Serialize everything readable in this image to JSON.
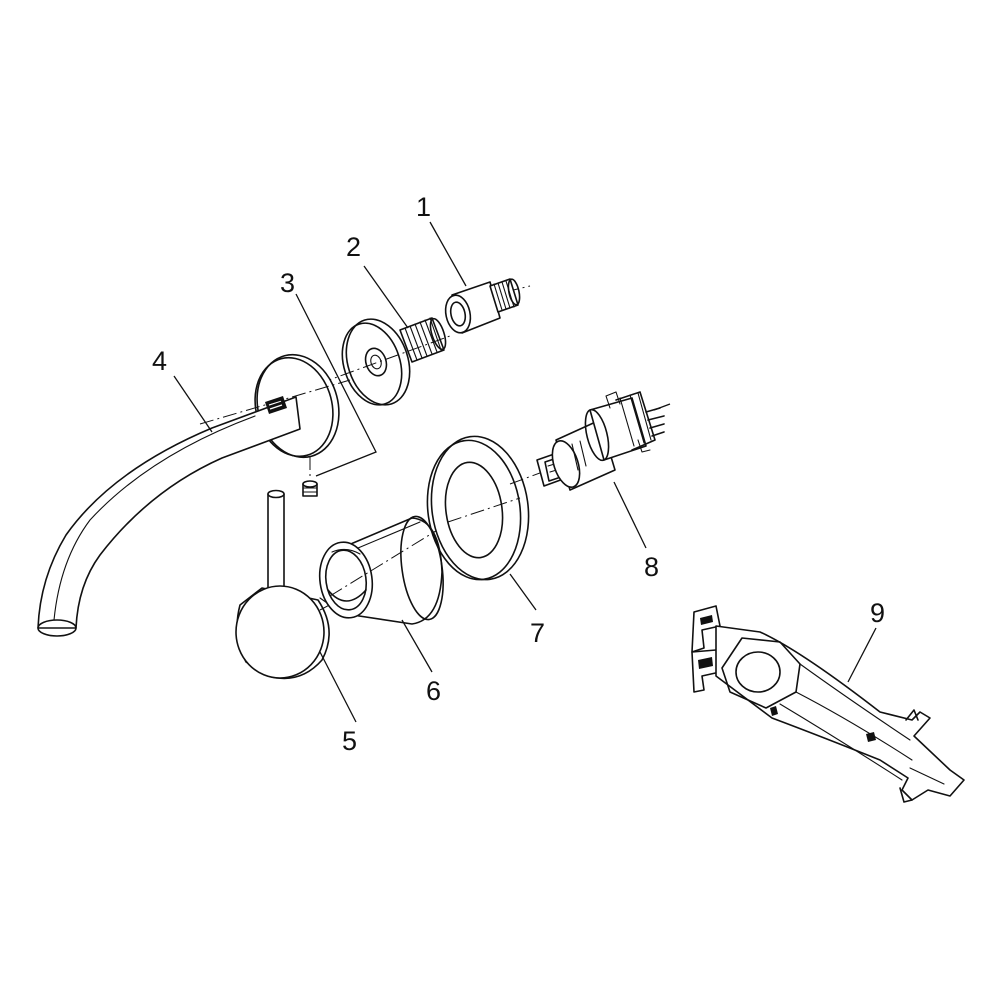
{
  "callouts": [
    {
      "id": 1,
      "label": "1"
    },
    {
      "id": 2,
      "label": "2"
    },
    {
      "id": 3,
      "label": "3"
    },
    {
      "id": 4,
      "label": "4"
    },
    {
      "id": 5,
      "label": "5"
    },
    {
      "id": 6,
      "label": "6"
    },
    {
      "id": 7,
      "label": "7"
    },
    {
      "id": 8,
      "label": "8"
    },
    {
      "id": 9,
      "label": "9"
    }
  ]
}
